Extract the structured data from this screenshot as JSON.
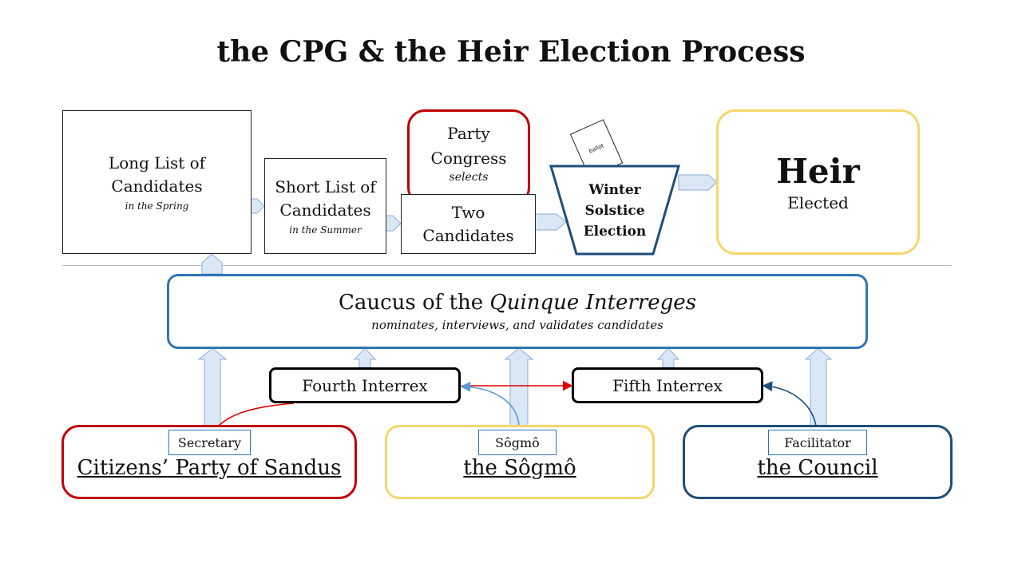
{
  "title": "the CPG & the Heir Election Process",
  "long_list": {
    "label": "Long List of Candidates",
    "note": "in the Spring"
  },
  "short_list": {
    "label": "Short List of Candidates",
    "note": "in the Summer"
  },
  "party_congress": {
    "label": "Party Congress",
    "note": "selects"
  },
  "two_candidates": {
    "label": "Two Candidates"
  },
  "ballot": {
    "label": "ballot"
  },
  "election": {
    "label": "Winter Solstice Election"
  },
  "heir": {
    "label": "Heir",
    "note": "Elected"
  },
  "caucus": {
    "label_plain": "Caucus of the ",
    "label_italic": "Quinque Interreges",
    "note": "nominates, interviews, and validates candidates"
  },
  "fourth_interrex": {
    "label": "Fourth Interrex"
  },
  "fifth_interrex": {
    "label": "Fifth Interrex"
  },
  "bodies": [
    {
      "tag": "Secretary",
      "name": "Citizens’ Party of Sandus",
      "color": "#c00000"
    },
    {
      "tag": "Sôgmô",
      "name": "the Sôgmô",
      "color": "#f6d66a"
    },
    {
      "tag": "Facilitator",
      "name": "the Council",
      "color": "#1f4e79"
    }
  ],
  "colors": {
    "red": "#c00000",
    "yellow": "#f6d66a",
    "blue": "#2e75b6",
    "navy": "#1f4e79",
    "arrow_fill": "#dae8f5"
  }
}
